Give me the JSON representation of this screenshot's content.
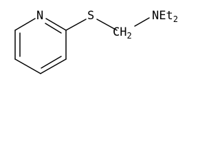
{
  "molecule": {
    "labels": {
      "ring_n": "N",
      "sulfur": "S",
      "ch2": "CH",
      "ch2_sub": "2",
      "amine": "NEt",
      "amine_sub": "2"
    }
  }
}
